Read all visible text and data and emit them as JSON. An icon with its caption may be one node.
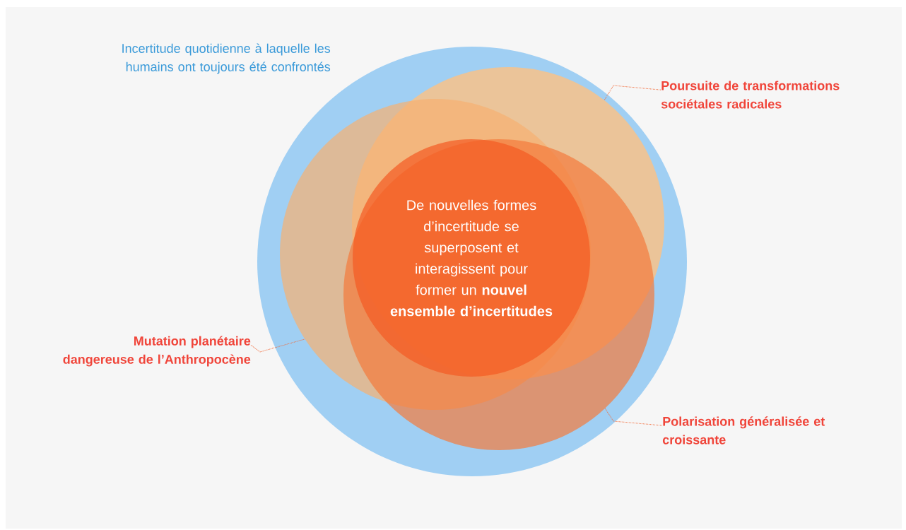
{
  "diagram": {
    "nodes": [
      {
        "text": [
          "Incertitude quotidienne à laquelle les humains ont toujours été confrontés"
        ]
      },
      {
        "text": [],
        "shape": "circle",
        "in": 0
      },
      {
        "text": [],
        "shape": "circle",
        "in": 0
      },
      {
        "text": [],
        "shape": "circle",
        "in": 0
      },
      {
        "text": [
          "De nouvelles formes d’incertitude se superposent et interagissent pour former un **nouvel ensemble d’incertitudes**"
        ]
      },
      {
        "text": [
          "Poursuite de transformations sociétales radicales"
        ]
      },
      {
        "text": [
          "Mutation planétaire dangereuse de l’Anthropocène"
        ]
      },
      {
        "text": [
          "Polarisation généralisée et croissante"
        ]
      }
    ],
    "edges": [
      {
        "from": 5,
        "to": 1,
        "arrow": "none",
        "style": "dashed"
      },
      {
        "from": 6,
        "to": 2,
        "arrow": "none",
        "style": "dashed"
      },
      {
        "from": 7,
        "to": 3,
        "arrow": "none",
        "style": "dashed"
      }
    ]
  }
}
